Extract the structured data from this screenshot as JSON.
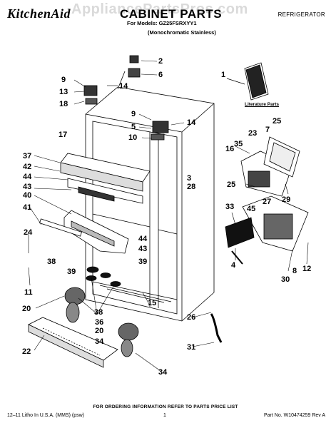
{
  "header": {
    "brand": "KitchenAid",
    "title": "CABINET PARTS",
    "category": "REFRIGERATOR",
    "models_line": "For Models: GZ25FSRXYY1",
    "variant_line": "(Monochromatic Stainless)"
  },
  "watermark": "AppliancePartsPros.com",
  "literature_label": "Literature Parts",
  "callouts": [
    "1",
    "2",
    "3",
    "4",
    "5",
    "6",
    "7",
    "8",
    "9",
    "9",
    "10",
    "11",
    "12",
    "13",
    "14",
    "14",
    "15",
    "16",
    "17",
    "18",
    "20",
    "20",
    "22",
    "23",
    "24",
    "25",
    "25",
    "26",
    "27",
    "28",
    "29",
    "30",
    "31",
    "33",
    "34",
    "34",
    "35",
    "36",
    "37",
    "38",
    "38",
    "39",
    "39",
    "40",
    "41",
    "42",
    "43",
    "43",
    "44",
    "44",
    "45"
  ],
  "footer": {
    "note": "FOR ORDERING INFORMATION REFER TO PARTS PRICE LIST",
    "left": "12–11 Litho In U.S.A. (MMS) (psw)",
    "page": "1",
    "part_number": "Part No. W10474259 Rev A"
  },
  "colors": {
    "ink": "#000000",
    "background": "#ffffff"
  }
}
